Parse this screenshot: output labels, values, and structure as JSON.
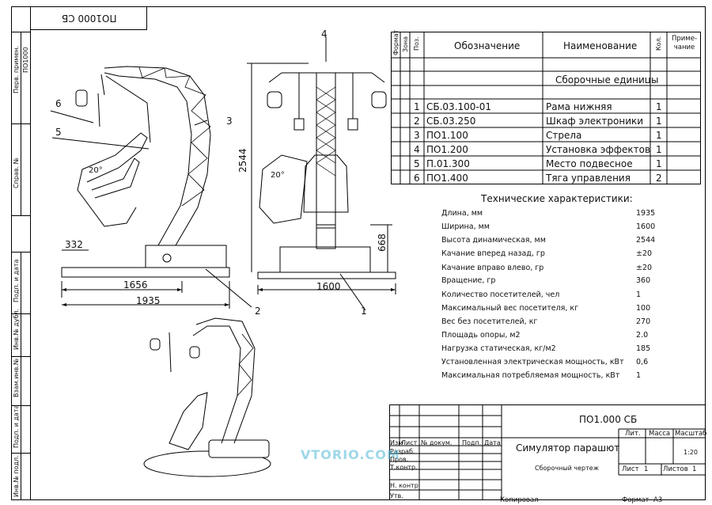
{
  "corner_code": "ПО1000 СБ",
  "side_labels": {
    "perv_primen": "Перв. примен.",
    "perv_code": "ПО1000",
    "sprav": "Справ. №",
    "podp_data_1": "Подп. и дата",
    "inv_dubl": "Инв.№ дубл.",
    "vzam_inv": "Взам.инв.№",
    "podp_data_2": "Подп. и дата",
    "inv_podl": "Инв.№ подл."
  },
  "dimensions": {
    "d332": "332",
    "d1656": "1656",
    "d1935": "1935",
    "d2544": "2544",
    "d1600": "1600",
    "d668": "668",
    "angle_left": "20°",
    "angle_front": "20°"
  },
  "callouts": [
    "1",
    "2",
    "3",
    "4",
    "5",
    "6"
  ],
  "bom": {
    "headers": {
      "format": "Формат",
      "zona": "Зона",
      "poz": "Поз.",
      "oboz": "Обозначение",
      "naim": "Наименование",
      "kol": "Кол.",
      "prim": "Приме-чание"
    },
    "section": "Сборочные единицы",
    "rows": [
      {
        "poz": "1",
        "oboz": "СБ.03.100-01",
        "naim": "Рама нижняя",
        "kol": "1"
      },
      {
        "poz": "2",
        "oboz": "СБ.03.250",
        "naim": "Шкаф электроники",
        "kol": "1"
      },
      {
        "poz": "3",
        "oboz": "ПО1.100",
        "naim": "Стрела",
        "kol": "1"
      },
      {
        "poz": "4",
        "oboz": "ПО1.200",
        "naim": "Установка эффектов",
        "kol": "1"
      },
      {
        "poz": "5",
        "oboz": "П.01.300",
        "naim": "Место подвесное",
        "kol": "1"
      },
      {
        "poz": "6",
        "oboz": "ПО1.400",
        "naim": "Тяга управления",
        "kol": "2"
      }
    ]
  },
  "specs": {
    "title": "Технические характеристики:",
    "items": [
      {
        "name": "Длина, мм",
        "value": "1935"
      },
      {
        "name": "Ширина, мм",
        "value": "1600"
      },
      {
        "name": "Высота динамическая, мм",
        "value": "2544"
      },
      {
        "name": "Качание вперед назад, гр",
        "value": "±20"
      },
      {
        "name": "Качание вправо влево, гр",
        "value": "±20"
      },
      {
        "name": "Вращение, гр",
        "value": "360"
      },
      {
        "name": "Количество посетителей, чел",
        "value": "1"
      },
      {
        "name": "Максимальный вес посетителя, кг",
        "value": "100"
      },
      {
        "name": "Вес без посетителей, кг",
        "value": "270"
      },
      {
        "name": "Площадь опоры, м2",
        "value": "2.0"
      },
      {
        "name": "Нагрузка статическая, кг/м2",
        "value": "185"
      },
      {
        "name": "Установленная электрическая мощность, кВт",
        "value": "0,6"
      },
      {
        "name": "Максимальная потребляемая мощность, кВт",
        "value": "1"
      }
    ]
  },
  "stamp": {
    "doc_code": "ПО1.000 СБ",
    "title": "Симулятор парашют",
    "subtitle": "Сборочный чертеж",
    "h_izm": "Изм",
    "h_list": "Лист",
    "h_ndok": "№ докум.",
    "h_podp": "Подп.",
    "h_data": "Дата",
    "razrab": "Разраб.",
    "prov": "Пров.",
    "tkontr": "Т.контр.",
    "nkontr": "Н. контр.",
    "utv": "Утв.",
    "lit": "Лит.",
    "massa": "Масса",
    "masshtab": "Масштаб",
    "scale": "1:20",
    "list_label": "Лист",
    "list_val": "1",
    "listov_label": "Листов",
    "listov_val": "1"
  },
  "footer": {
    "kopiroval": "Копировал",
    "format": "Формат",
    "format_val": "А3"
  },
  "watermark": "VTORIO.COM"
}
